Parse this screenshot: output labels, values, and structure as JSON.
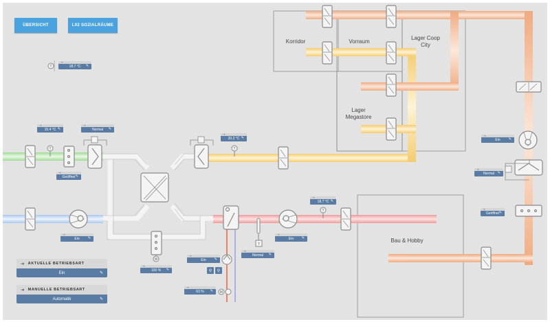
{
  "nav": {
    "overview_label": "ÜBERSICHT",
    "social_rooms_label": "L02 SOZIALRÄUME"
  },
  "rooms": {
    "korridor": "Korridor",
    "vorraum": "Vorraum",
    "lager_coop_line1": "Lager Coop",
    "lager_coop_line2": "City",
    "lager_mega_line1": "Lager",
    "lager_mega_line2": "Megastore",
    "bau_hobby": "Bau & Hobby"
  },
  "values": {
    "outdoor_temp": "18.7 °C",
    "fresh_air_temp": "15.4 °C",
    "fresh_air_filter": "Normal",
    "fresh_air_damper": "Geöffnet",
    "supply_temp": "20.2 °C",
    "exhaust_fan": "Ein",
    "bypass_damper": "100 %",
    "heater_pump": "Ein",
    "heater_frost": "Normal",
    "heater_valve": "63 %",
    "supply_fan": "Ein",
    "supply_after_temp": "18.7 °C",
    "return_fan": "Ein",
    "return_filter": "Normal",
    "return_damper": "Geöffnet"
  },
  "modes": {
    "current_label": "AKTUELLE BETRIEBSART",
    "current_value": "Ein",
    "manual_label": "MANUELLE BETRIEBSART",
    "manual_value": "Automatik"
  },
  "icons": {
    "pen": "✎",
    "mode": "⇥",
    "value_hdr": "⇥"
  },
  "colors": {
    "fresh_air": "#a8e0a0",
    "outdoor_exhaust": "#b8d4f0",
    "supply": "#f5cf78",
    "return": "#f2b08a",
    "heated": "#f0a0a0",
    "button": "#4aa3de",
    "value_box": "#5a7ba3"
  }
}
